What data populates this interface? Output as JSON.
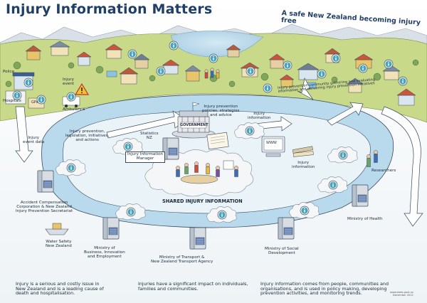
{
  "title": "Injury Information Matters",
  "tagline": "A safe New Zealand becoming injury free",
  "top_labels": {
    "police": "Police",
    "injury_event": "Injury\nevent",
    "hospitals": "Hospitals",
    "gps": "GPs",
    "ambulance": "Ambulance",
    "government": "GOVERNMENT",
    "community": "Injury prevention community gathering and evaluating\ninformation and delivering injury prevention initiatives",
    "www": "WWW"
  },
  "flow_labels": {
    "injury_event_data": "Injury\nevent data",
    "prevention_legislation": "Injury prevention,\nlegislation, initiatives,\nand actions",
    "policies": "Injury prevention\npolicies, strategies\nand advice",
    "injury_information_top": "Injury\ninformation",
    "injury_information_right": "Injury\ninformation"
  },
  "agencies": {
    "statistics": "Statistics\nNZ",
    "iim": "Injury Information\nManager",
    "acc": "Accident Compensation\nCorporation & New Zealand\nInjury Prevention Secretariat",
    "water_safety": "Water Safety\nNew Zealand",
    "mbie": "Ministry of\nBusiness, Innovation\nand Employment",
    "transport": "Ministry of Transport &\nNew Zealand Transport Agency",
    "social": "Ministry of Social\nDevelopment",
    "health": "Ministry of Health",
    "researchers": "Researchers"
  },
  "shared": "SHARED INJURY INFORMATION",
  "footer": {
    "left": "Injury is a serious and costly issue in\nNew Zealand and is a leading cause of\ndeath and hospitalisation.",
    "middle": "Injuries have a significant impact on individuals,\nfamilies and communities.",
    "right": "Injury information comes from people, communities and\norganisations, and is used in policy making, developing\nprevention activities, and monitoring trends.",
    "credit": "www.stats.govt.nz\nDecember 2012"
  },
  "icons": {
    "info": "info-icon",
    "warning": "warning-triangle-icon",
    "server": "server-icon",
    "building": "government-building-icon",
    "computer": "computer-icon",
    "books": "books-icon",
    "people": "people-icon"
  },
  "colors": {
    "title": "#1f3f66",
    "water": "#b9d9ec",
    "arrow": "#ffffff",
    "outline": "#3a4a5c",
    "land": "#c9d98a",
    "cloud": "#f4f6f8",
    "info": "#4aa3b8"
  }
}
